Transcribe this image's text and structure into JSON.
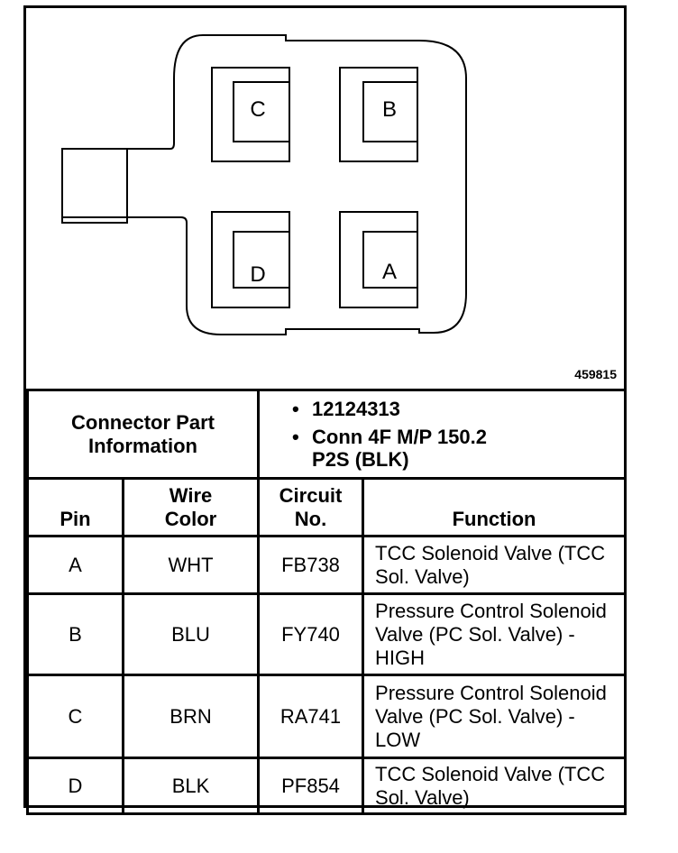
{
  "figure_id": "459815",
  "pins": {
    "c": "C",
    "b": "B",
    "d": "D",
    "a": "A"
  },
  "connector_info": {
    "label": "Connector Part Information",
    "items": [
      "12124313",
      "Conn 4F M/P 150.2 P2S (BLK)"
    ]
  },
  "headers": {
    "pin": "Pin",
    "wire_color": "Wire Color",
    "circuit": "Circuit No.",
    "function": "Function"
  },
  "rows": [
    {
      "pin": "A",
      "color": "WHT",
      "circuit": "FB738",
      "function": "TCC Solenoid Valve (TCC Sol. Valve)"
    },
    {
      "pin": "B",
      "color": "BLU",
      "circuit": "FY740",
      "function": "Pressure Control Solenoid Valve (PC Sol. Valve) - HIGH"
    },
    {
      "pin": "C",
      "color": "BRN",
      "circuit": "RA741",
      "function": "Pressure Control Solenoid Valve (PC Sol. Valve) - LOW"
    },
    {
      "pin": "D",
      "color": "BLK",
      "circuit": "PF854",
      "function": "TCC Solenoid Valve (TCC Sol. Valve)"
    }
  ]
}
